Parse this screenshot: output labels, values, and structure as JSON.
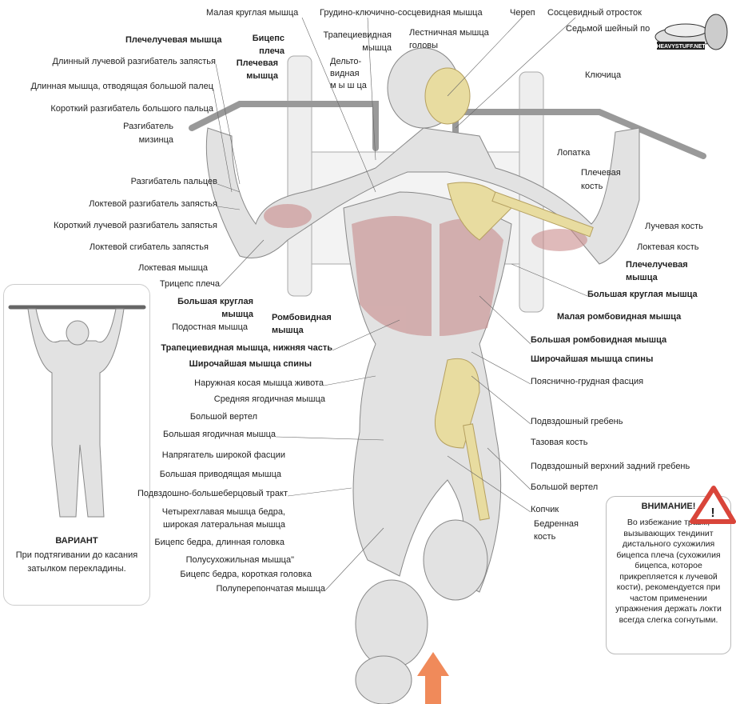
{
  "logo": {
    "text": "HEAVYSTUFF.NET"
  },
  "labels_top": [
    "Малая круглая мышца",
    "Грудино-ключично-сосцевидная мышца",
    "Череп",
    "Сосцевидный отросток",
    "Седьмой шейный по",
    "Плечелучевая мышца",
    "Бицепс\nплеча",
    "Трапециевидная\nмышца",
    "Лестничная мышца\nголовы",
    "Плечевая\nмышца",
    "Дельто-\nвидная\nм ы ш ца",
    "Ключица"
  ],
  "labels_left": [
    "Длинный лучевой разгибатель запястья",
    "Длинная мышца, отводящая большой палец",
    "Короткий разгибатель большого пальца",
    "Разгибатель\nмизинца",
    "Разгибатель пальцев",
    "Локтевой разгибатель запястья",
    "Короткий лучевой разгибатель запястья",
    "Локтевой сгибатель запястья",
    "Локтевая мышца",
    "Трицепс плеча",
    "Большая круглая\nмышца",
    "Ромбовидная\nмышца",
    "Подостная мышца",
    "Трапециевидная мышца, нижняя часть",
    "Широчайшая мышца спины",
    "Наружная косая мышца живота",
    "Средняя ягодичная мышца",
    "Большой вертел",
    "Большая ягодичная мышца",
    "Напрягатель широкой фасции",
    "Большая приводящая мышца",
    "Подвздошно-большеберцовый тракт",
    "Четырехглавая мышца бедра,\nширокая латеральная мышца",
    "Бицепс бедра, длинная головка",
    "Полусухожильная мышца\"",
    "Бицепс бедра, короткая головка",
    "Полуперепончатая мышца"
  ],
  "labels_right": [
    "Лопатка",
    "Плечевая\nкость",
    "Лучевая кость",
    "Локтевая кость",
    "Плечелучевая\nмышца",
    "Большая круглая мышца",
    "Малая ромбовидная мышца",
    "Большая ромбовидная мышца",
    "Широчайшая мышца спины",
    "Пояснично-грудная фасция",
    "Подвздошный гребень",
    "Тазовая кость",
    "Подвздошный верхний задний гребень",
    "Большой вертел",
    "Копчик",
    "Бедренная\nкость"
  ],
  "variant": {
    "title": "ВАРИАНТ",
    "text": "При подтягивании до касания\nзатылком перекладины."
  },
  "warning": {
    "title": "ВНИМАНИЕ!",
    "text": "Во избежание травм, вызывающих тендинит дистального сухожилия бицепса плеча (сухожилия бицепса, которое прикрепляется к лучевой кости), рекомендуется при частом применении упражнения держать локти всегда слегка согнутыми.",
    "icon": "warning-triangle-icon"
  },
  "colors": {
    "muscle": "#c98c8c",
    "bone": "#e8dca0",
    "arrow": "#f08a5a",
    "warn": "#d9453a"
  }
}
